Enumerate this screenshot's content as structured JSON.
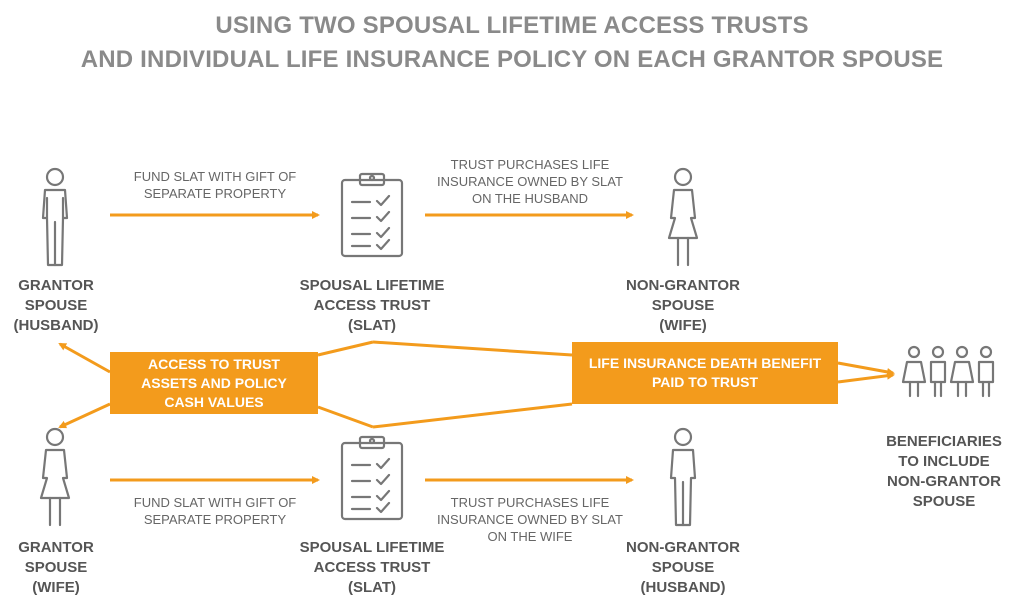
{
  "title": {
    "line1": "USING TWO SPOUSAL LIFETIME ACCESS TRUSTS",
    "line2": "AND INDIVIDUAL LIFE INSURANCE POLICY ON EACH GRANTOR SPOUSE"
  },
  "top_row": {
    "grantor": [
      "GRANTOR",
      "SPOUSE",
      "(HUSBAND)"
    ],
    "fund_note": [
      "FUND SLAT WITH GIFT OF",
      "SEPARATE PROPERTY"
    ],
    "trust": [
      "SPOUSAL LIFETIME",
      "ACCESS TRUST",
      "(SLAT)"
    ],
    "purchase_note": [
      "TRUST PURCHASES LIFE",
      "INSURANCE OWNED BY SLAT",
      "ON THE HUSBAND"
    ],
    "non_grantor": [
      "NON-GRANTOR",
      "SPOUSE",
      "(WIFE)"
    ]
  },
  "bottom_row": {
    "grantor": [
      "GRANTOR",
      "SPOUSE",
      "(WIFE)"
    ],
    "fund_note": [
      "FUND SLAT WITH GIFT OF",
      "SEPARATE PROPERTY"
    ],
    "trust": [
      "SPOUSAL LIFETIME",
      "ACCESS TRUST",
      "(SLAT)"
    ],
    "purchase_note": [
      "TRUST PURCHASES LIFE",
      "INSURANCE OWNED BY SLAT",
      "ON THE WIFE"
    ],
    "non_grantor": [
      "NON-GRANTOR",
      "SPOUSE",
      "(HUSBAND)"
    ]
  },
  "access_box": [
    "ACCESS TO TRUST",
    "ASSETS AND POLICY",
    "CASH VALUES"
  ],
  "death_benefit_box": [
    "LIFE INSURANCE DEATH BENEFIT",
    "PAID TO TRUST"
  ],
  "beneficiaries": [
    "BENEFICIARIES",
    "TO INCLUDE",
    "NON-GRANTOR",
    "SPOUSE"
  ],
  "colors": {
    "accent": "#f39b1c",
    "text": "#555555",
    "title": "#8a8a8a",
    "icon": "#777777"
  }
}
